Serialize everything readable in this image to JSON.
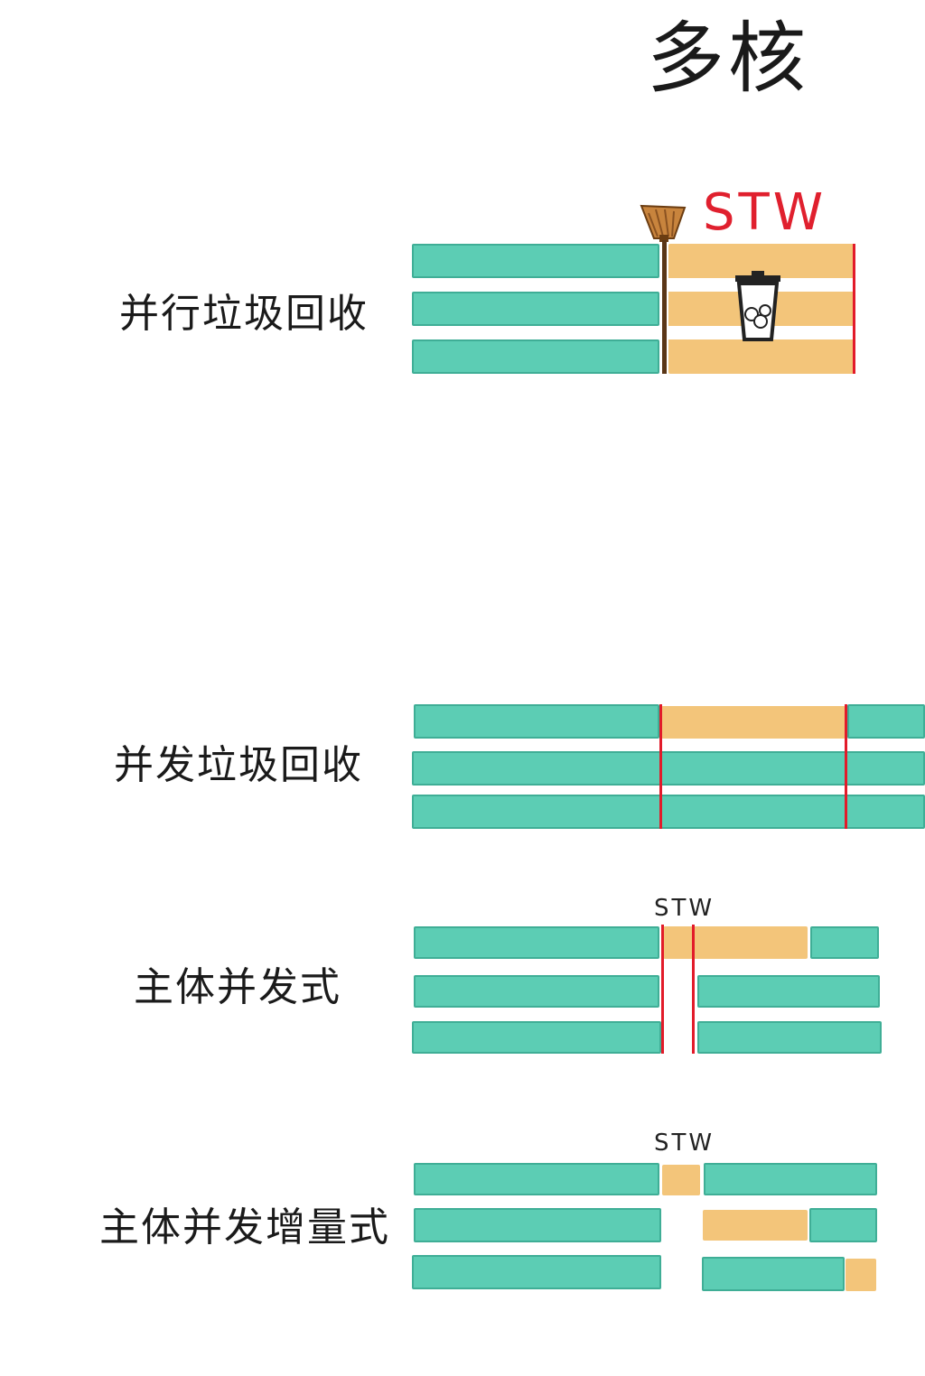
{
  "title": "多核",
  "sections": [
    {
      "label": "并行垃圾回收",
      "stw": "STW"
    },
    {
      "label": "并发垃圾回收"
    },
    {
      "label": "主体并发式",
      "stw": "STW"
    },
    {
      "label": "主体并发增量式",
      "stw": "STW"
    }
  ],
  "colors": {
    "app_thread": "#5ccdb4",
    "gc_work": "#f3c57a",
    "stw_marker": "#e21b2a"
  },
  "icons": [
    "broom-icon",
    "trash-can-icon"
  ]
}
